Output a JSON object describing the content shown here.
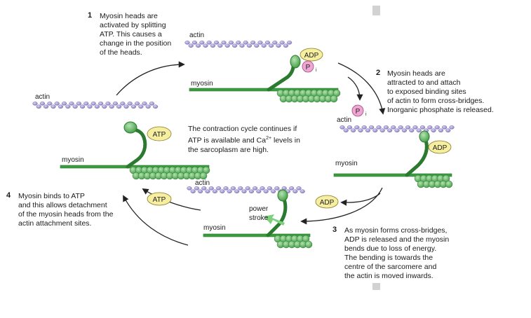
{
  "labels": {
    "actin": "actin",
    "myosin": "myosin",
    "atp": "ATP",
    "adp": "ADP",
    "p": "P",
    "p_sub": "i",
    "power_stroke_1": "power",
    "power_stroke_2": "stroke",
    "ca_superscript": "2+"
  },
  "steps": [
    {
      "number": "1",
      "lines": [
        "Myosin heads are",
        "activated by splitting",
        "ATP. This causes a",
        "change in the position",
        "of the heads."
      ]
    },
    {
      "number": "2",
      "lines": [
        "Myosin heads are",
        "attracted to and attach",
        "to exposed binding sites",
        "of actin to form cross-bridges.",
        "Inorganic phosphate is released."
      ]
    },
    {
      "number": "3",
      "lines": [
        "As myosin forms cross-bridges,",
        "ADP is released and the myosin",
        "bends due to loss of energy.",
        "The bending is towards the",
        "centre of the sarcomere and",
        "the actin is moved inwards."
      ]
    },
    {
      "number": "4",
      "lines": [
        "Myosin binds to ATP",
        "and this allows detachment",
        "of the myosin heads from the",
        "actin attachment sites."
      ]
    }
  ],
  "center": {
    "line1": "The contraction cycle continues if",
    "line2a": "ATP is available and Ca",
    "line2b": " levels in",
    "line3": "the sarcoplasm are high."
  },
  "colors": {
    "actin_bead": "#9a8fc9",
    "myosin_bead": "#4caa4e",
    "myosin_dark": "#2c7a2f",
    "atp_fill": "#f6eea0",
    "pi_fill": "#f0a6d2",
    "arrow": "#222222",
    "power_arrow": "#7ed07e"
  }
}
